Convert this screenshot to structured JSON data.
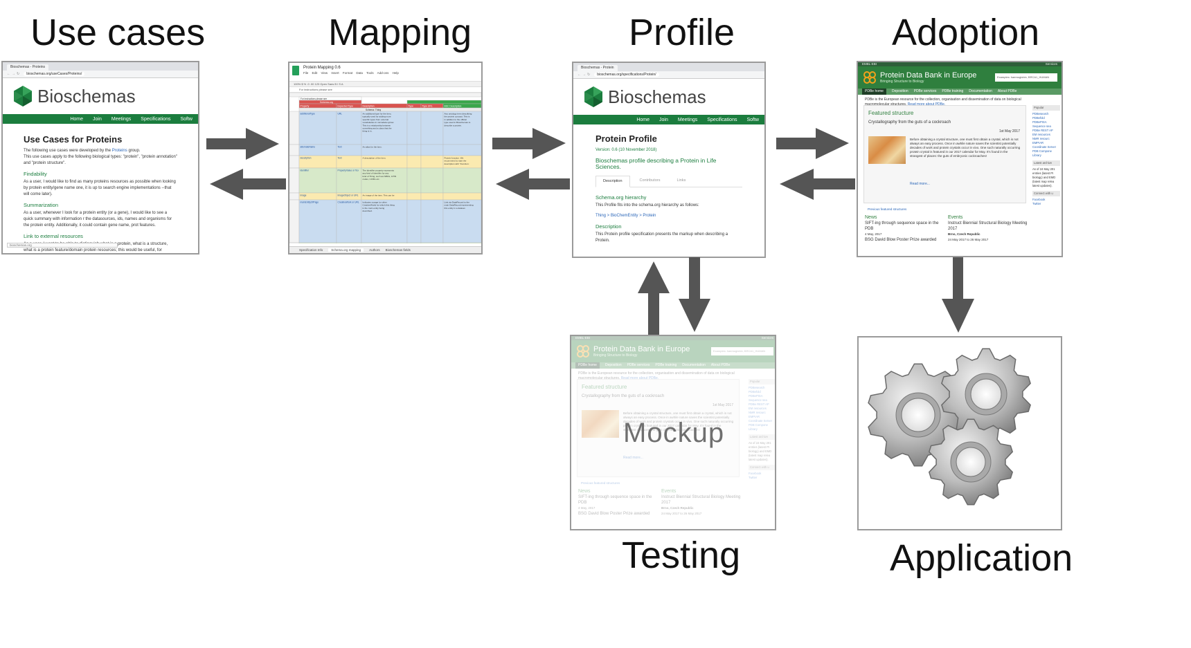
{
  "stages": {
    "use_cases": "Use cases",
    "mapping": "Mapping",
    "profile": "Profile",
    "adoption": "Adoption",
    "testing": "Testing",
    "application": "Application"
  },
  "bioschemas": {
    "brand": "Bioschemas",
    "nav": [
      "Home",
      "Join",
      "Meetings",
      "Specifications",
      "Softw"
    ],
    "use_cases_page": {
      "tab": "Bioschemas - Proteins",
      "url": "bioschemas.org/useCases/Proteins/",
      "title": "Use Cases for Proteins",
      "intro_pre": "The following use cases were developed by the",
      "intro_link": "Proteins",
      "intro_post": "group.",
      "types": "This use cases apply to the following biological types: \"protein\", \"protein annotation\" and \"protein structure\".",
      "sections": [
        {
          "heading": "Findability",
          "text": "As a user, I would like to find as many proteins resources as possible when looking by protein entity/gene name one, it is up to search engine implementations --that will come later)."
        },
        {
          "heading": "Summarization",
          "text": "As a user, whenever I look for a protein entity (or a gene), I would like to see a quick summary with information r the datasources, ids, names and organisms for the protein entity. Additionally, it could contain gene name, prot features."
        },
        {
          "heading": "Link to external resources",
          "text": "As a user, I want to be able to distinguish what is a protein, what is a structure, what is a protein feature/domain protein resources; this would be useful, for instance, to create visualization tools or to enrich other pages/datab"
        }
      ],
      "status": "bioschemas.org"
    },
    "profile_page": {
      "tab": "Bioschemas - Protein",
      "url": "bioschemas.org/specifications/Protein/",
      "title": "Protein Profile",
      "version": "Version: 0.6 (10 November 2018)",
      "description": "Bioschemas profile describing a Protein in Life Sciences.",
      "tabs": [
        "Description",
        "Contributors",
        "Links"
      ],
      "hierarchy_heading": "Schema.org hierarchy",
      "hierarchy_text": "This Profile fits into the schema.org hierarchy as follows:",
      "hierarchy_path": "Thing > BioChemEntity > Protein",
      "desc_heading": "Description",
      "desc_text": "This Protein profile specification presents the markup when describing a Protein."
    }
  },
  "sheet": {
    "title": "Protein Mapping 0.6",
    "menu": "File Edit View Insert Format Data Tools Add-ons Help",
    "toolbar": "100%  $  %  .0  .00  123  Open Sans  B  I  S  A",
    "formula": "For instructions please see",
    "banner": "Schema.org",
    "columns": [
      "Property",
      "Expected Type",
      "Description",
      "Type",
      "Type URL",
      "BSC Description"
    ],
    "section": "Schema: Thing",
    "rows": [
      {
        "property": "additionalType",
        "type": "URL",
        "desc": "An additional type for the item, typically used for adding more specific types from external vocabularies in microdata syntax. This is a relationship between something and a class that the thing is in.",
        "bsc": "Any ontology term describing the protein concept. This is in addition to the official type used in Bioschemas to describe a protein.",
        "color": "#c9dcf0"
      },
      {
        "property": "alternateName",
        "type": "Text",
        "desc": "An alias for the item.",
        "bsc": "",
        "color": "#c9dcf0"
      },
      {
        "property": "description",
        "type": "Text",
        "desc": "A description of the item.",
        "bsc": "Protein function. We recommend to start the description with \"Function: [...]\"",
        "color": "#fbeab0"
      },
      {
        "property": "identifier",
        "type": "PropertyValue or Text or URL",
        "desc": "The identifier property represents any kind of identifier for any kind of Thing, such as ISBNs, GTIN codes, UUIDs etc.",
        "bsc": "",
        "color": "#d7e9c9"
      },
      {
        "property": "image",
        "type": "ImageObject or URL",
        "desc": "An image of the item. This can be a URL or a fully described ImageObject.",
        "bsc": "",
        "color": "#fbeab0"
      },
      {
        "property": "mainEntityOfPage",
        "type": "CreativeWork or URL",
        "desc": "Indicates a page (or other CreativeWork) for which this thing is the main entity being described.",
        "bsc": "Link via DataRecord to the main DataRecord representing this entity in a dataset.",
        "color": "#c9dcf0"
      },
      {
        "property": "name",
        "type": "Text",
        "desc": "The name of the item.",
        "bsc": "",
        "color": "#d7e9c9"
      }
    ],
    "tabs": [
      "Specification Info",
      "Schema.org mapping",
      "Authors",
      "Bioschemas fields"
    ]
  },
  "pdbe": {
    "top_left": "EMBL-EBI",
    "top_right": "Services",
    "title": "Protein Data Bank in Europe",
    "subtitle": "Bringing Structure to Biology",
    "search_hint": "Examples: haemoglobin, BRCA1_HUMAN",
    "menu": [
      "PDBe home",
      "Deposition",
      "PDBe services",
      "PDBe training",
      "Documentation",
      "About PDBe"
    ],
    "intro": "PDBe is the European resource for the collection, organisation and dissemination of data on biological macromolecular structures.",
    "intro_link": "Read more about PDBe.",
    "featured_heading": "Featured structure",
    "featured_caption": "Crystallography from the guts of a cockroach",
    "featured_date": "1st May 2017",
    "featured_text": "Before obtaining a crystal structure, one must first obtain a crystal, which is not always an easy process. Once in awhile nature saves the scientist potentially decades of work and protein crystals occur in vivo. One such naturally occurring protein crystal is featured in our 2017 calendar for May. It's found in the strangest of places: the guts of embryonic cockroaches!",
    "read_more": "Read more...",
    "previous": "Previous featured structures",
    "news_heading": "News",
    "news_title": "SIFT-ing through sequence space in the PDB",
    "news_date": "4 May, 2017",
    "news_title2": "BSG David Blow Poster Prize awarded",
    "events_heading": "Events",
    "events_title": "Instruct Biennial Structural Biology Meeting 2017",
    "events_place": "Brno, Czech Republic",
    "events_dates": "24 May 2017 to 26 May 2017",
    "side_popular": "Popular",
    "side_links": [
      "PDBesearch",
      "PDBefold",
      "PDBePISA",
      "Sequence sea",
      "PDBe REST AP",
      "EM resources",
      "NMR resourc",
      "EMPIAR",
      "Coordinate Server",
      "PDB Compone Library"
    ],
    "side_archive": "Latest archive",
    "side_archive_text": "As of 24 May 201 entries (latest PI biology) and EMD (latest map relea latest updates).",
    "side_connect": "Connect with u",
    "side_social": [
      "Facebook",
      "Twitter"
    ]
  },
  "testing_overlay": "Mockup",
  "colors": {
    "arrow": "#555555",
    "bioschemas_green": "#1b7d3e",
    "pdbe_green": "#2f7f3e",
    "sheet_header_red": "#d9534f",
    "sheet_header_green": "#3aa64b"
  },
  "icons": {
    "bioschemas_logo": "hexagon-logo-icon",
    "pdbe_logo": "pdbe-logo-icon",
    "application": "gears-icon"
  }
}
